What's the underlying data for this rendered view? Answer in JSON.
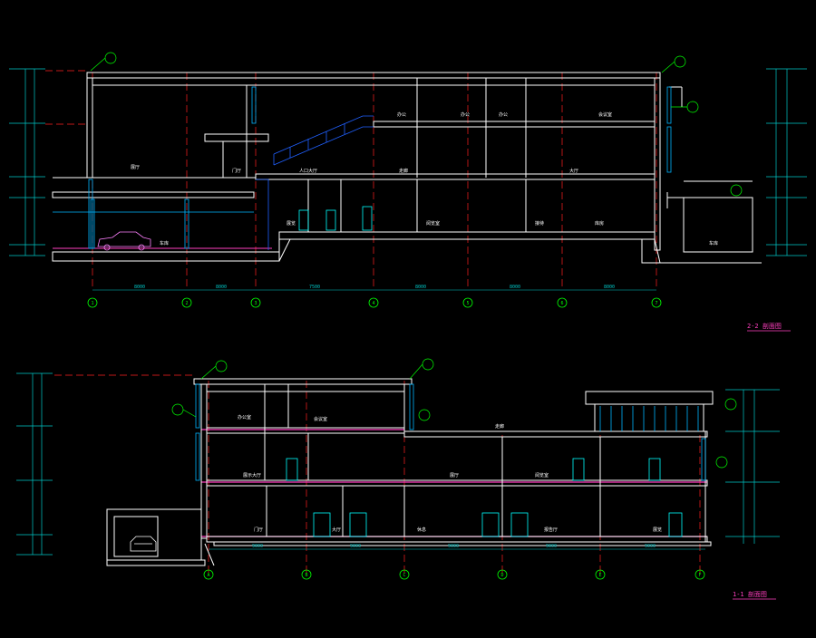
{
  "colors": {
    "background": "#000000",
    "wall": "#ffffff",
    "slab": "#ff3fbf",
    "axis": "#ff2020",
    "dim": "#00c8c8",
    "grid_bubble": "#00ff00",
    "window": "#00b4ff",
    "label": "#ffffff",
    "title": "#ff3fbf"
  },
  "section_2": {
    "title": "2-2 剖面图",
    "ground_label": "",
    "rooms": [
      {
        "label": "展厅"
      },
      {
        "label": "门厅"
      },
      {
        "label": "人口大厅"
      },
      {
        "label": "走廊"
      },
      {
        "label": "办公"
      },
      {
        "label": "办公"
      },
      {
        "label": "办公"
      },
      {
        "label": "会议室"
      },
      {
        "label": "大厅"
      },
      {
        "label": "展览"
      },
      {
        "label": "阅览室"
      },
      {
        "label": "接待"
      },
      {
        "label": "库房"
      },
      {
        "label": "车库"
      },
      {
        "label": "车库"
      }
    ],
    "grid_labels": [
      "1",
      "2",
      "3",
      "4",
      "5",
      "6",
      "7"
    ],
    "dims_bottom": [
      "8000",
      "8000",
      "7500",
      "8000",
      "8000",
      "8000"
    ]
  },
  "section_1": {
    "title": "1-1 剖面图",
    "rooms": [
      {
        "label": "办公室"
      },
      {
        "label": "会议室"
      },
      {
        "label": "走廊"
      },
      {
        "label": "展示大厅"
      },
      {
        "label": "展厅"
      },
      {
        "label": "阅览室"
      },
      {
        "label": "门厅"
      },
      {
        "label": "大厅"
      },
      {
        "label": "休息"
      },
      {
        "label": "报告厅"
      },
      {
        "label": "展览"
      }
    ],
    "grid_labels": [
      "A",
      "B",
      "C",
      "D",
      "E",
      "F"
    ],
    "dims_bottom": [
      "9000",
      "9000",
      "9000",
      "9000",
      "9000"
    ]
  }
}
